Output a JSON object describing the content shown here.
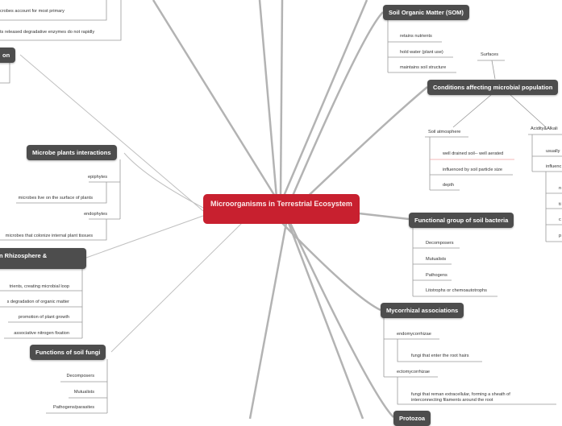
{
  "central": {
    "title": "Microorganisms in Terrestrial Ecosystem",
    "color": "#c8202f"
  },
  "top_left": {
    "text1": "crobes account for most primary",
    "text2": "ts released degradative enzymes do not rapidly",
    "node_partial": "on"
  },
  "som": {
    "title": "Soil Organic Matter (SOM)",
    "items": [
      "retains nutrients",
      "hold water (plant use)",
      "maintains soil structure"
    ]
  },
  "conditions": {
    "title": "Conditions affecting microbial population",
    "surfaces": "Surfaces",
    "soil_atmosphere": {
      "label": "Soil atmosphere",
      "items": [
        "well drained soil-- well aerated",
        "influenced by soil particle size",
        "depth"
      ]
    },
    "acidity": {
      "label": "Acidity&Alkali",
      "items": [
        "usually",
        "influenc"
      ],
      "sub": [
        "n",
        "ti",
        "c",
        "p"
      ]
    }
  },
  "bacteria": {
    "title": "Functional group of soil bacteria",
    "items": [
      "Decomposers",
      "Mutualists",
      "Pathogens",
      "Litotrophs or chemoautotrophs"
    ]
  },
  "mycorrhizal": {
    "title": "Mycorrhizal associations",
    "endo": "endomycorrhizae",
    "endo_desc": "fungi that enter the root hairs",
    "ecto": "ectomycorrhizae",
    "ecto_desc": "fungi that reman extracellular, forming a sheath of interconnecting filaments around the root"
  },
  "protozoa": {
    "title": "Protozoa"
  },
  "microbe_plants": {
    "title": "Microbe plants interactions",
    "epiphytes": "epiphytes",
    "epiphytes_desc": "microbes live on the surface of plants",
    "endophytes": "endophytes",
    "endophytes_desc": "microbes that colonize internal plant tissues"
  },
  "rhizosphere": {
    "title": "n Rhizosphere &",
    "items": [
      "trients, creating microbial loop",
      "s degradation of organic matter",
      "promotion of plant growth",
      "associative nitrogen fixation"
    ]
  },
  "fungi": {
    "title": "Functions of soil fungi",
    "items": [
      "Decomposers",
      "Mutualists",
      "Pathogens/parasites"
    ]
  }
}
